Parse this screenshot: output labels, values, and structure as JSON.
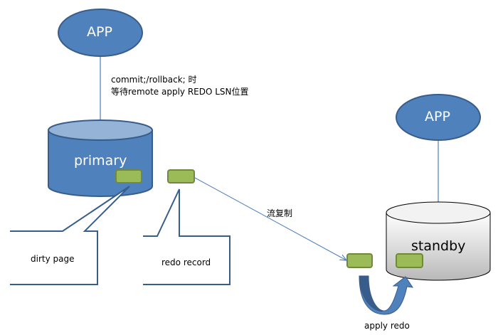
{
  "nodes": {
    "app_top": {
      "label": "APP"
    },
    "app_right": {
      "label": "APP"
    },
    "primary": {
      "label": "primary"
    },
    "standby": {
      "label": "standby"
    }
  },
  "annotations": {
    "commit_line1": "commit;/rollback;  时",
    "commit_line2": "等待remote  apply REDO LSN位置",
    "stream_replication": "流复制",
    "apply_redo": "apply redo"
  },
  "callouts": {
    "dirty_page": "dirty page",
    "redo_record": "redo record"
  },
  "colors": {
    "app_fill": "#4f81bd",
    "app_stroke": "#385d8a",
    "block_fill": "#9bbb59",
    "block_stroke": "#71893f",
    "standby_fill": "#d9d9d9",
    "arrow_line": "#4a7ebb"
  }
}
